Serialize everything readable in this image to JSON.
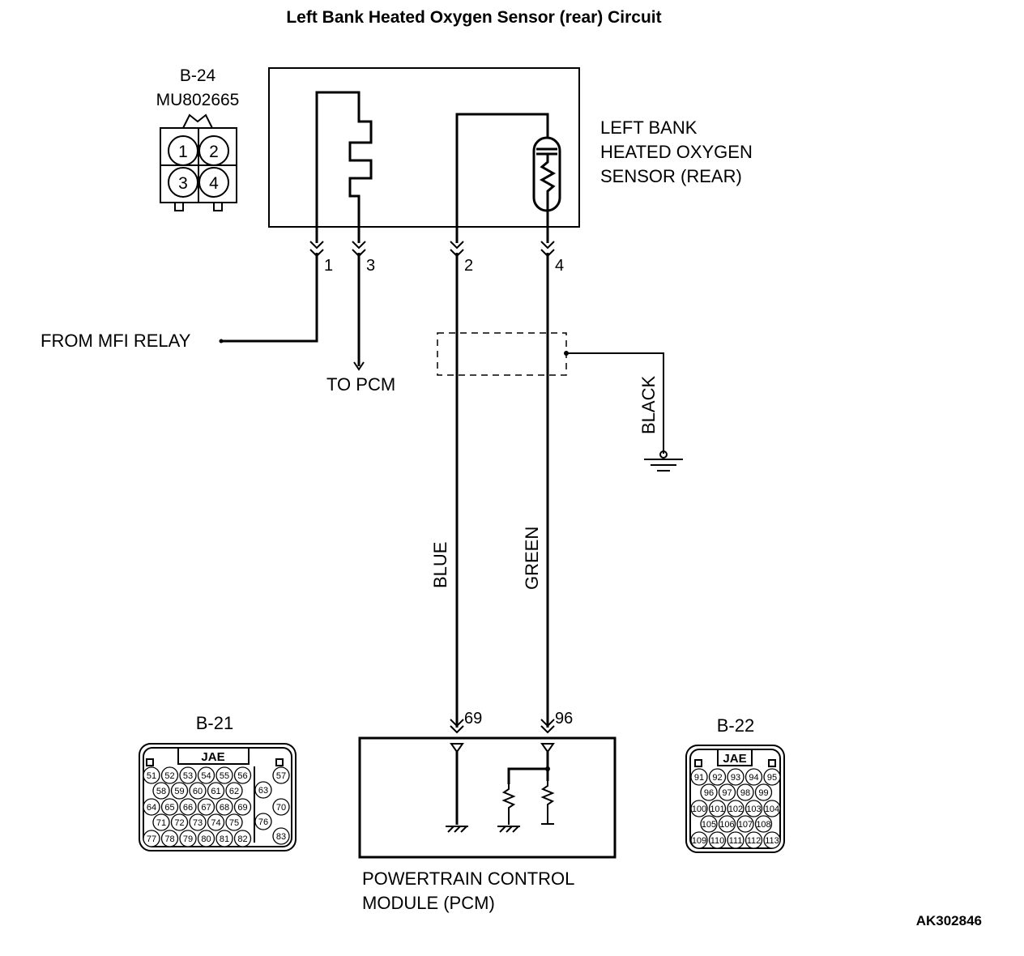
{
  "title": "Left Bank Heated Oxygen Sensor (rear) Circuit",
  "figure_id": "AK302846",
  "sensor_connector": {
    "id": "B-24",
    "part_number": "MU802665",
    "pins": [
      "1",
      "2",
      "3",
      "4"
    ]
  },
  "sensor_label": [
    "LEFT BANK",
    "HEATED OXYGEN",
    "SENSOR (REAR)"
  ],
  "terminals": [
    "1",
    "3",
    "2",
    "4"
  ],
  "from_relay": "FROM MFI RELAY",
  "to_pcm": "TO PCM",
  "wires": {
    "blue": "BLUE",
    "green": "GREEN",
    "black": "BLACK"
  },
  "pcm_terminals": [
    "69",
    "96"
  ],
  "pcm_label": [
    "POWERTRAIN CONTROL",
    "MODULE (PCM)"
  ],
  "connector_b21": {
    "id": "B-21",
    "brand": "JAE",
    "rows": [
      [
        "51",
        "52",
        "53",
        "54",
        "55",
        "56"
      ],
      [
        "58",
        "59",
        "60",
        "61",
        "62"
      ],
      [
        "64",
        "65",
        "66",
        "67",
        "68",
        "69"
      ],
      [
        "71",
        "72",
        "73",
        "74",
        "75"
      ],
      [
        "77",
        "78",
        "79",
        "80",
        "81",
        "82"
      ]
    ],
    "side": [
      "57",
      "63",
      "70",
      "76",
      "83"
    ]
  },
  "connector_b22": {
    "id": "B-22",
    "brand": "JAE",
    "rows": [
      [
        "91",
        "92",
        "93",
        "94",
        "95"
      ],
      [
        "96",
        "97",
        "98",
        "99"
      ],
      [
        "100",
        "101",
        "102",
        "103",
        "104"
      ],
      [
        "105",
        "106",
        "107",
        "108"
      ],
      [
        "109",
        "110",
        "111",
        "112",
        "113"
      ]
    ]
  }
}
